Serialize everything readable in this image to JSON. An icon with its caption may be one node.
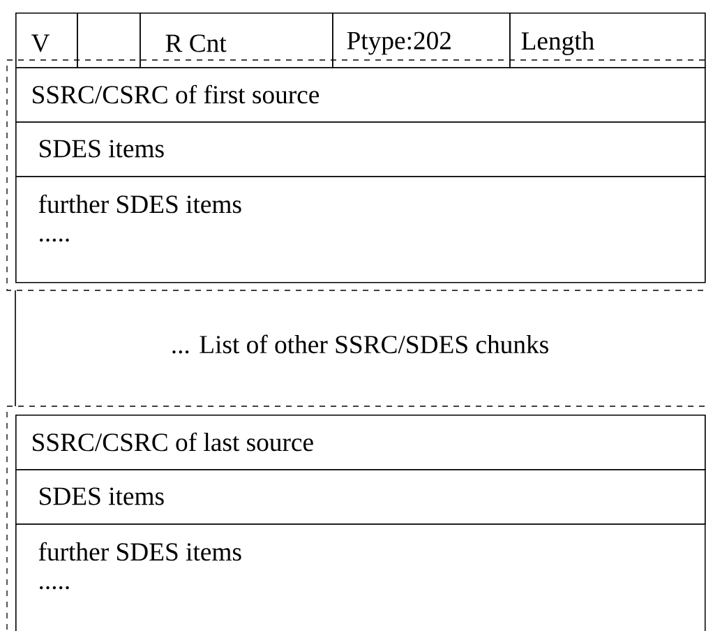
{
  "diagram": {
    "nodes": [
      {
        "text": [
          "V"
        ]
      },
      {
        "text": [],
        "shape": "box"
      },
      {
        "text": [
          "R Cnt"
        ]
      },
      {
        "text": [
          "Ptype:202"
        ]
      },
      {
        "text": [
          "Length"
        ]
      },
      {
        "text": [
          "SSRC/CSRC of first source"
        ]
      },
      {
        "text": [
          "SDES items"
        ]
      },
      {
        "text": [
          "further SDES items",
          "....."
        ]
      },
      {
        "text": [
          "... List of other SSRC/SDES chunks"
        ]
      },
      {
        "text": [
          "SSRC/CSRC of last source"
        ]
      },
      {
        "text": [
          "SDES items"
        ]
      },
      {
        "text": [
          "further SDES items",
          "....."
        ]
      }
    ]
  }
}
